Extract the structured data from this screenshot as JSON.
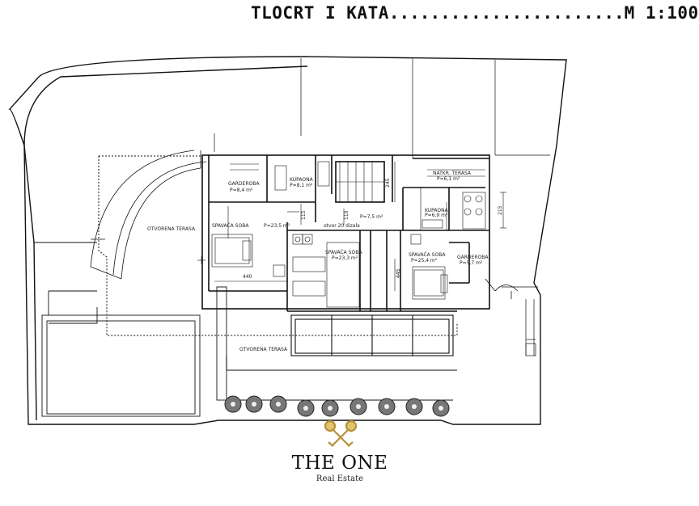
{
  "title": {
    "drawing_title": "TLOCRT I KATA",
    "leader": ".......................",
    "scale": "M 1:100"
  },
  "rooms": {
    "garderoba_left": "GARDEROBA",
    "garderoba_left_area": "P=8,4 m²",
    "kupaona_1": "KUPAONA",
    "kupaona_1_area": "P=8,1 m²",
    "natkr_terasa": "NATKR. TERASA",
    "natkr_terasa_area": "P=6,1 m²",
    "kupaona_2": "KUPAONA",
    "kupaona_2_area": "P=6,9 m²",
    "otvorena_terasa_top": "OTVORENA TERASA",
    "spavaca_soba_1": "SPAVAĆA SOBA",
    "spavaca_soba_1_area": "P=23,5 m²",
    "hodnik_area": "P=7,5 m²",
    "otvor_do_dizala": "otvor 20 dizala",
    "spavaca_soba_2": "SPAVAĆA SOBA",
    "spavaca_soba_2_area": "P=23,3 m²",
    "spavaca_soba_3": "SPAVAĆA SOBA",
    "spavaca_soba_3_area": "P=25,4 m²",
    "garderoba_right": "GARDEROBA",
    "garderoba_right_area": "P=5,7 m²",
    "otvorena_terasa_bottom": "OTVORENA TERASA"
  },
  "dimensions": {
    "d440": "440",
    "d245": "245",
    "d115": "115",
    "d110": "110",
    "d445": "445",
    "d215": "215"
  },
  "brand": {
    "name": "THE ONE",
    "sub": "Real Estate"
  },
  "colors": {
    "line": "#111111",
    "logo_gold": "#c8a24a"
  }
}
